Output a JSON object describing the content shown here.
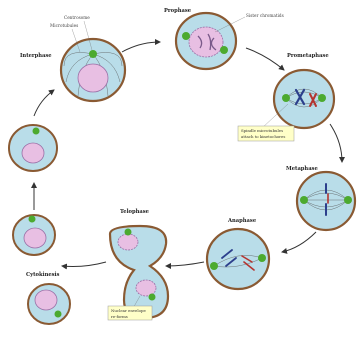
{
  "stages": {
    "interphase": "Interphase",
    "prophase": "Prophase",
    "prometaphase": "Prometaphase",
    "metaphase": "Metaphase",
    "anaphase": "Anaphase",
    "telophase": "Telophase",
    "cytokinesis": "Cytokinesis"
  },
  "labels": {
    "centrosome": "Centrosome",
    "microtubules": "Microtubules",
    "sister_chromatids": "Sister chromatids"
  },
  "callouts": {
    "prometaphase_line1": "Spindle microtubules",
    "prometaphase_line2": "attach to kinetochores",
    "telophase_line1": "Nuclear envelope",
    "telophase_line2": "re-forms"
  },
  "colors": {
    "cell_fill": "#b9dde9",
    "cell_wall": "#8a5a33",
    "nucleus_fill": "#e8bfe3",
    "nucleus_stroke": "#9a6fa6",
    "centrosome": "#4caa2f",
    "chromosome": "#2c3f8c",
    "chromosome_red": "#b5342f",
    "callout_fill": "#ffffc8"
  }
}
